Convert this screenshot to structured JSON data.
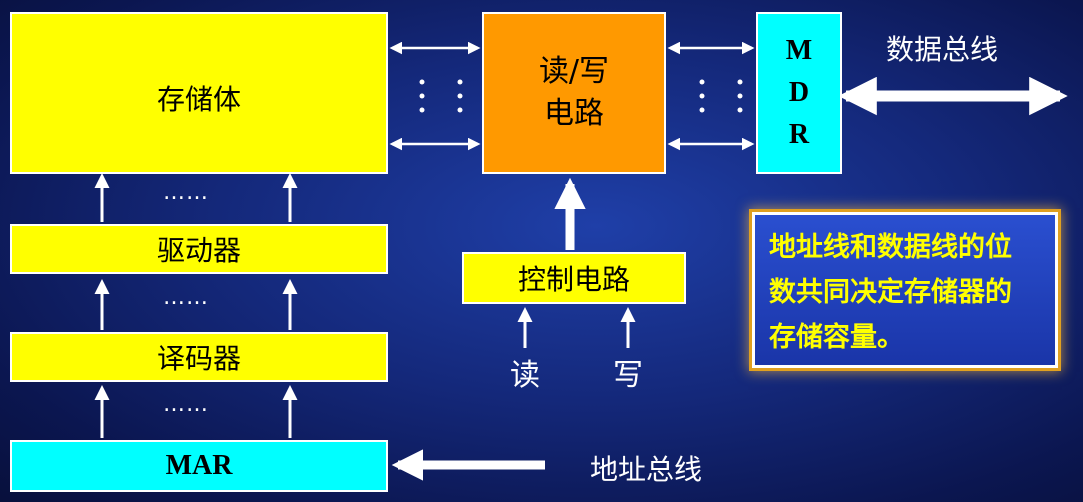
{
  "blocks": {
    "storage": "存储体",
    "driver": "驱动器",
    "decoder": "译码器",
    "mar": "MAR",
    "rw_circuit_line1": "读/写",
    "rw_circuit_line2": "电路",
    "mdr_m": "M",
    "mdr_d": "D",
    "mdr_r": "R",
    "control": "控制电路"
  },
  "labels": {
    "data_bus": "数据总线",
    "address_bus": "地址总线",
    "read": "读",
    "write": "写",
    "dots": "……"
  },
  "note": {
    "line1": "地址线和数据线的位",
    "line2": "数共同决定存储器的",
    "line3": "存储容量。"
  },
  "colors": {
    "block_yellow": "#ffff00",
    "block_cyan": "#00ffff",
    "block_orange": "#ff9900",
    "note_text": "#ffff00"
  }
}
